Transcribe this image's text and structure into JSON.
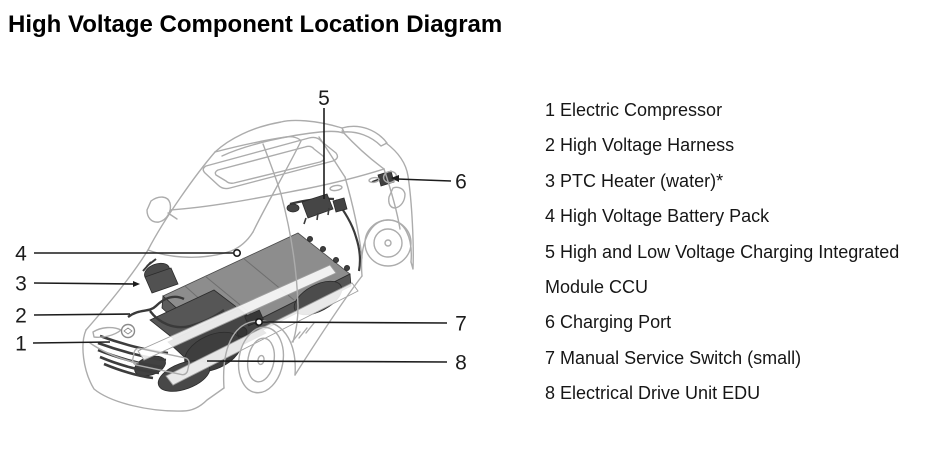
{
  "title": "High Voltage Component Location Diagram",
  "diagram": {
    "callouts": [
      "1",
      "2",
      "3",
      "4",
      "5",
      "6",
      "7",
      "8"
    ]
  },
  "legend": {
    "items": [
      {
        "num": "1",
        "label": "Electric Compressor"
      },
      {
        "num": "2",
        "label": "High Voltage Harness"
      },
      {
        "num": "3",
        "label": "PTC Heater (water)*"
      },
      {
        "num": "4",
        "label": "High Voltage Battery Pack"
      },
      {
        "num": "5",
        "label": "High and Low Voltage Charging Integrated Module CCU"
      },
      {
        "num": "6",
        "label": "Charging Port"
      },
      {
        "num": "7",
        "label": "Manual Service Switch (small)"
      },
      {
        "num": "8",
        "label": "Electrical Drive Unit EDU"
      }
    ]
  },
  "colors": {
    "text": "#161616",
    "callout_line": "#1c1c1c",
    "body_line_art": "#acacac",
    "component_dark": "#474747",
    "battery_gray": "#8d8d8d",
    "background": "#ffffff"
  }
}
